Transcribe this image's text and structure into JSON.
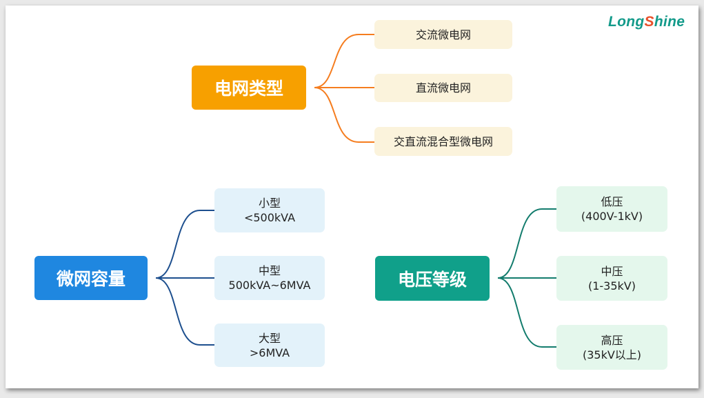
{
  "logo": {
    "text": "LongShine",
    "part1": "Long",
    "part2": "S",
    "part3": "hine"
  },
  "colors": {
    "orange": "#f7a000",
    "blue": "#1f87e0",
    "teal": "#10a08a"
  },
  "groups": [
    {
      "title": "电网类型",
      "items": [
        {
          "l1": "交流微电网"
        },
        {
          "l1": "直流微电网"
        },
        {
          "l1": "交直流混合型微电网"
        }
      ]
    },
    {
      "title": "微网容量",
      "items": [
        {
          "l1": "小型",
          "l2": "<500kVA"
        },
        {
          "l1": "中型",
          "l2": "500kVA~6MVA"
        },
        {
          "l1": "大型",
          "l2": ">6MVA"
        }
      ]
    },
    {
      "title": "电压等级",
      "items": [
        {
          "l1": "低压",
          "l2": "(400V-1kV)"
        },
        {
          "l1": "中压",
          "l2": "(1-35kV)"
        },
        {
          "l1": "高压",
          "l2": "(35kV以上)"
        }
      ]
    }
  ]
}
